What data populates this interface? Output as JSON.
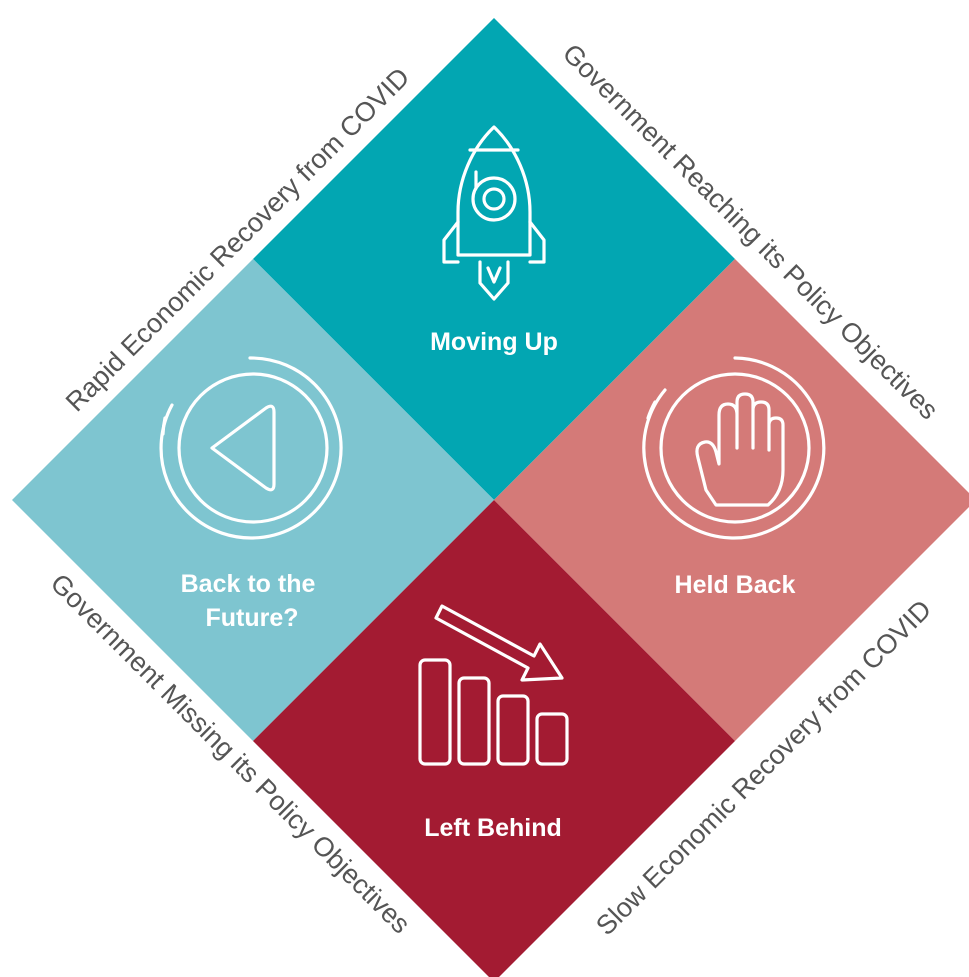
{
  "quadrants": {
    "top": {
      "label": "Moving Up",
      "icon": "rocket-icon",
      "color": "#02a6b2"
    },
    "left": {
      "label_line1": "Back to the",
      "label_line2": "Future?",
      "icon": "back-arrow-circle-icon",
      "color": "#7ec5d0"
    },
    "right": {
      "label": "Held Back",
      "icon": "stop-hand-icon",
      "color": "#d47a78"
    },
    "bottom": {
      "label": "Left Behind",
      "icon": "declining-bar-chart-icon",
      "color": "#a31b32"
    }
  },
  "axes": {
    "upper_left": "Rapid Economic Recovery from COVID",
    "upper_right": "Government Reaching its Policy Objectives",
    "lower_left": "Government Missing its Policy Objectives",
    "lower_right": "Slow Economic Recovery from COVID"
  }
}
